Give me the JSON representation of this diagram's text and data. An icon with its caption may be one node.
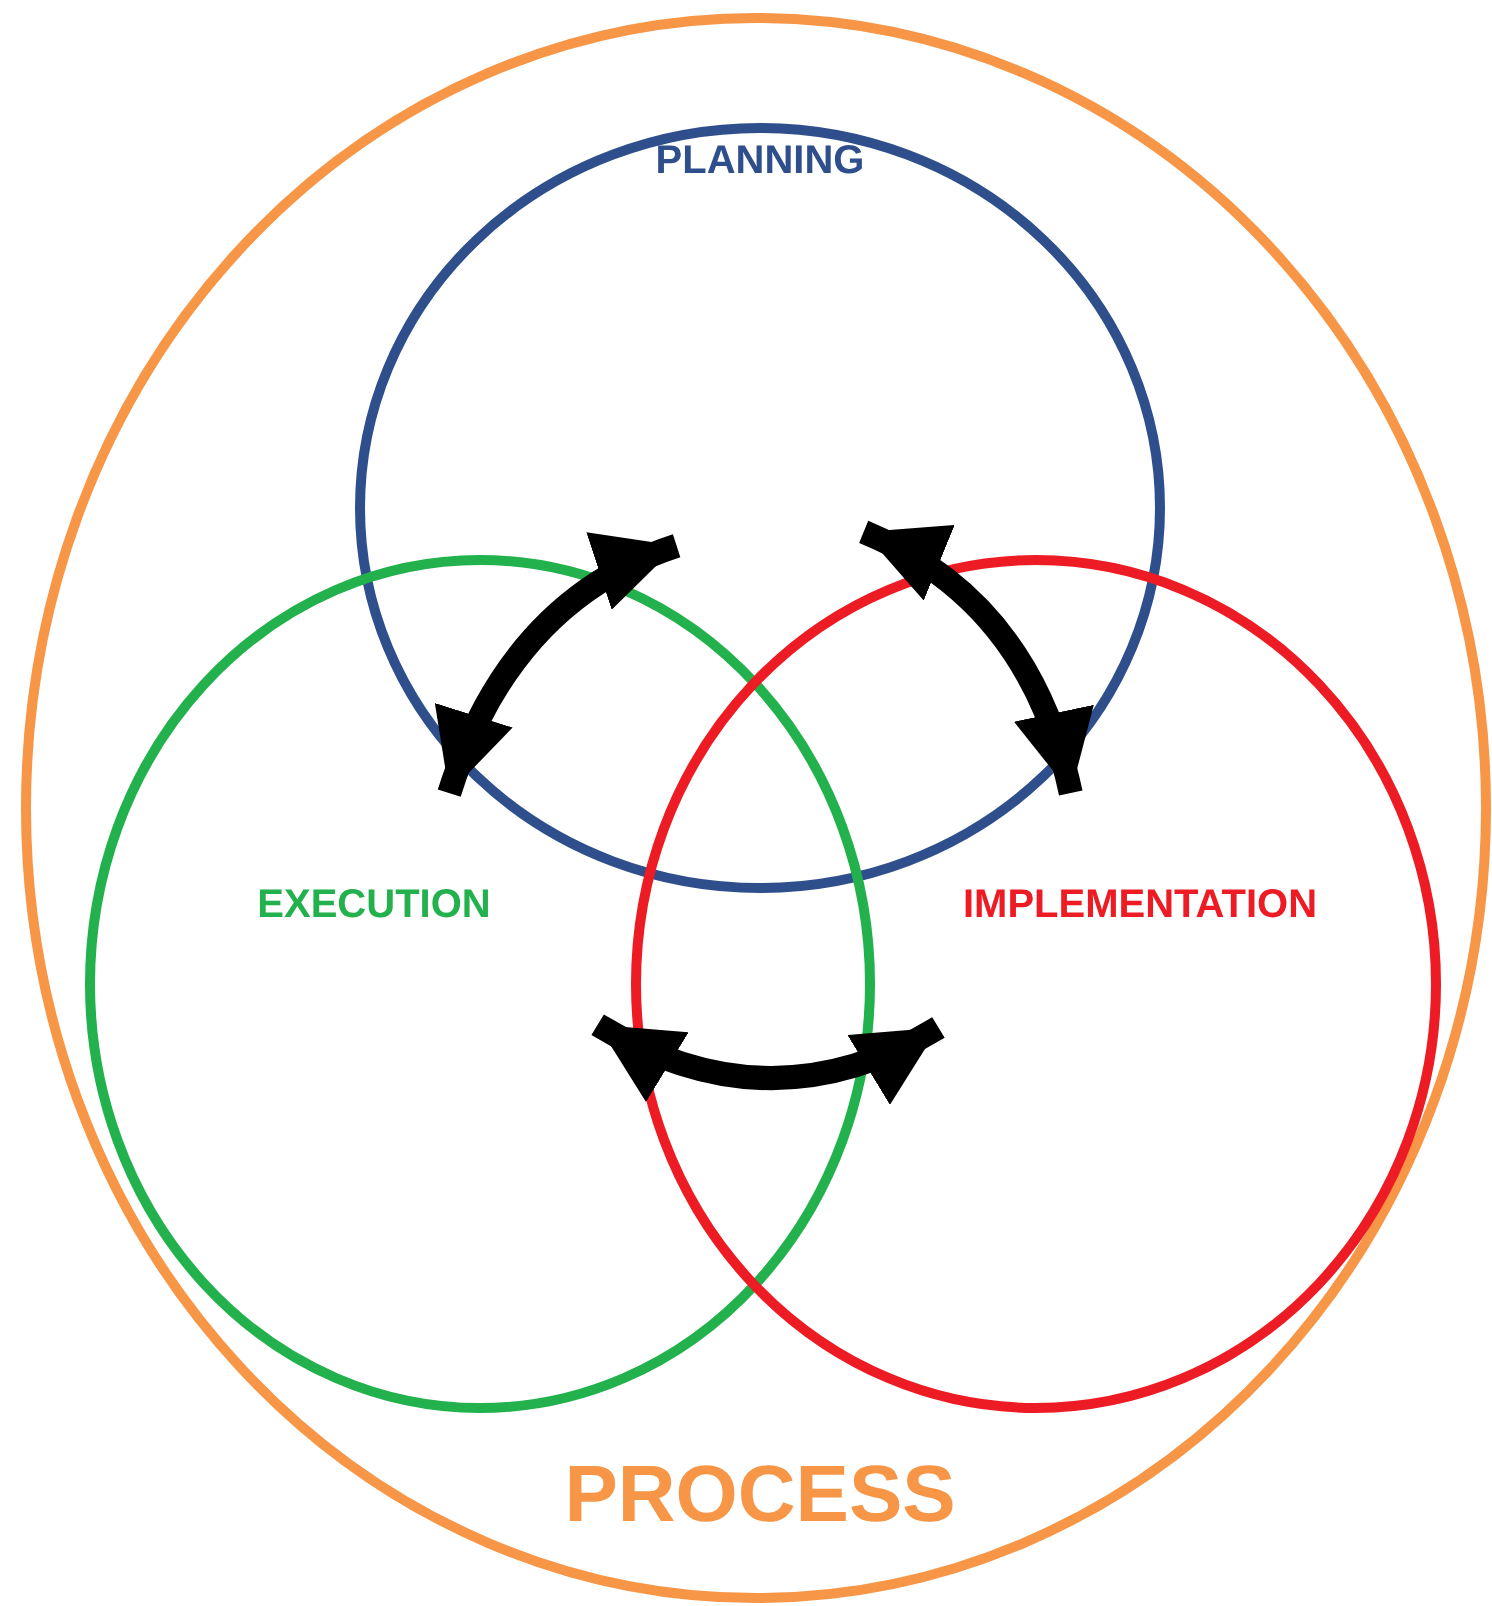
{
  "diagram": {
    "nodes": [
      {
        "text": [
          "PROCESS"
        ]
      },
      {
        "text": [
          "PLANNING"
        ],
        "in": 0
      },
      {
        "text": [
          "EXECUTION"
        ],
        "in": 0
      },
      {
        "text": [
          "IMPLEMENTATION"
        ],
        "in": 0
      }
    ],
    "edges": [
      {
        "from": 1,
        "to": 2,
        "arrow": "both"
      },
      {
        "from": 1,
        "to": 3,
        "arrow": "both"
      },
      {
        "from": 2,
        "to": 3,
        "arrow": "both"
      }
    ]
  }
}
